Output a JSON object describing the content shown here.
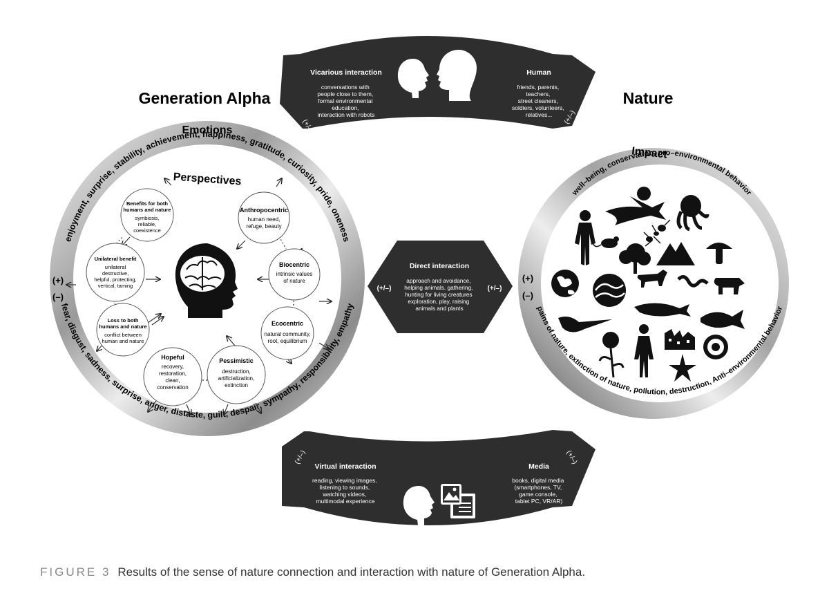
{
  "titles": {
    "generation_alpha": "Generation Alpha",
    "nature": "Nature"
  },
  "left_circle": {
    "emotions_label": "Emotions",
    "perspectives_label": "Perspectives",
    "positive_emotions": "enjoyment, surprise, stability, achievement, happiness, gratitude, curiosity, pride, oneness",
    "negative_emotions": "fear, disgust, sadness, surprise, anger, distaste, guilt, despair, sympathy, responsibility, empathy",
    "plus": "(+)",
    "minus": "(–)",
    "perspectives": [
      {
        "title_lines": [
          "Benefits for both",
          "humans and nature"
        ],
        "body_lines": [
          "symbiosis,",
          "reliable,",
          "coexistence"
        ]
      },
      {
        "title_lines": [
          "Anthropocentric"
        ],
        "body_lines": [
          "human need,",
          "refuge, beauty"
        ]
      },
      {
        "title_lines": [
          "Unilateral benefit"
        ],
        "body_lines": [
          "unilateral",
          "destructive,",
          "helpful, protecting,",
          "vertical, taming"
        ]
      },
      {
        "title_lines": [
          "Biocentric"
        ],
        "body_lines": [
          "intrinsic values",
          "of nature"
        ]
      },
      {
        "title_lines": [
          "Loss to both",
          "humans and nature"
        ],
        "body_lines": [
          "conflict between",
          "human and nature"
        ]
      },
      {
        "title_lines": [
          "Ecocentric"
        ],
        "body_lines": [
          "natural community,",
          "root, equilibrium"
        ]
      },
      {
        "title_lines": [
          "Hopeful"
        ],
        "body_lines": [
          "recovery,",
          "restoration,",
          "clean,",
          "conservation"
        ]
      },
      {
        "title_lines": [
          "Pessimistic"
        ],
        "body_lines": [
          "destruction,",
          "artificialization,",
          "extinction"
        ]
      }
    ]
  },
  "right_circle": {
    "impact_label": "Impact",
    "positive_impact": "well–being, conservation, pro–environmental behavior",
    "negative_impact": "pains of nature, extinction of nature, pollution, destruction, Anti–environmental behavior",
    "plus": "(+)",
    "minus": "(–)"
  },
  "vicarious": {
    "title": "Vicarious interaction",
    "body_lines": [
      "conversations with",
      "people close to them,",
      "formal environmental",
      "education,",
      "interaction with robots"
    ],
    "human_title": "Human",
    "human_lines": [
      "friends, parents,",
      "teachers,",
      "street cleaners,",
      "soldiers, volunteers,",
      "relatives..."
    ],
    "sign": "(+/–)"
  },
  "direct": {
    "title": "Direct interaction",
    "body_lines": [
      "approach and avoidance,",
      "helping animals, gathering,",
      "hunting for living creatures",
      "exploration, play, raising",
      "animals and plants"
    ],
    "sign": "(+/–)"
  },
  "virtual": {
    "title": "Virtual interaction",
    "body_lines": [
      "reading, viewing images,",
      "listening to sounds,",
      "watching videos,",
      "multimodal experience"
    ],
    "media_title": "Media",
    "media_lines": [
      "books, digital media",
      "(smartphones, TV,",
      "game console,",
      "tablet PC, VR/AR)"
    ],
    "sign": "(+/–)"
  },
  "caption": {
    "label": "FIGURE 3",
    "text": "Results of the sense of nature connection and interaction with nature of Generation Alpha."
  }
}
